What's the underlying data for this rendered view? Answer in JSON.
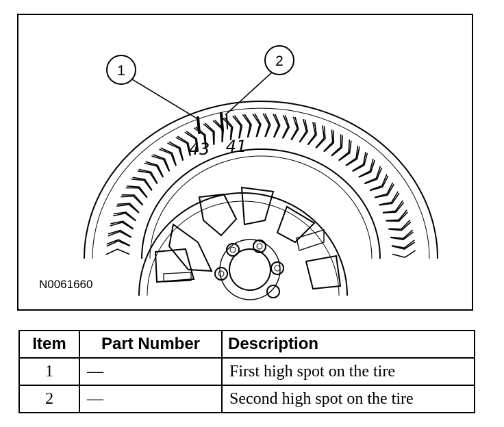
{
  "figure": {
    "id": "N0061660",
    "callouts": [
      {
        "number": "1",
        "mark_value": "43"
      },
      {
        "number": "2",
        "mark_value": "41"
      }
    ]
  },
  "legend_table": {
    "headers": [
      "Item",
      "Part Number",
      "Description"
    ],
    "rows": [
      {
        "item": "1",
        "part_number": "—",
        "description": "First high spot on the tire"
      },
      {
        "item": "2",
        "part_number": "—",
        "description": "Second high spot on the tire"
      }
    ]
  },
  "colors": {
    "ink": "#000000",
    "paper": "#ffffff"
  }
}
